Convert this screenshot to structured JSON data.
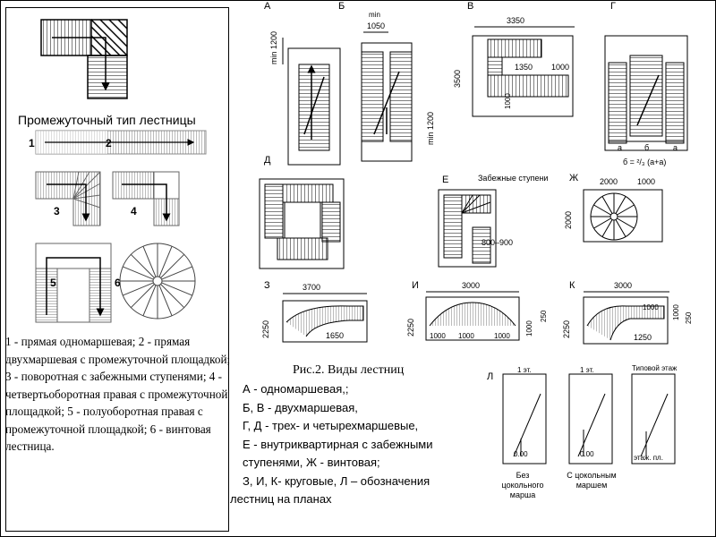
{
  "left_panel": {
    "title": "Промежуточный тип лестницы",
    "numbers": [
      "1",
      "2",
      "3",
      "4",
      "5",
      "6"
    ],
    "legend": "1 - прямая одномаршевая; 2 - прямая двухмаршевая с промежуточной площадкой; 3 - поворотная с забежными ступенями; 4 - четвертьоборотная правая с промежуточной площадкой; 5 - полуоборотная правая с промежуточной площадкой; 6 - винтовая лестница."
  },
  "figure": {
    "letters": {
      "a": "А",
      "b": "Б",
      "v": "В",
      "g": "Г",
      "d": "Д",
      "e": "Е",
      "zh": "Ж",
      "z": "З",
      "i": "И",
      "k": "К",
      "l": "Л"
    },
    "dims": {
      "a_min": "min 1200",
      "b_min": "min",
      "b_1050": "1050",
      "b_min1200": "min 1200",
      "v_3350": "3350",
      "v_3500": "3500",
      "v_1350": "1350",
      "v_1000a": "1000",
      "v_1000b": "1000",
      "g_a1": "а",
      "g_b": "б",
      "g_a2": "а",
      "g_formula": "б = ²/₃ (а+а)",
      "e_note": "Забежные ступени",
      "e_dim": "800–900",
      "zh_2000a": "2000",
      "zh_1000": "1000",
      "zh_2000b": "2000",
      "z_3700": "3700",
      "z_2250": "2250",
      "z_1650": "1650",
      "i_3000": "3000",
      "i_2250": "2250",
      "i_1000a": "1000",
      "i_1000b": "1000",
      "i_1000c": "1000",
      "i_1000d": "1000",
      "i_250": "250",
      "k_3000": "3000",
      "k_2250": "2250",
      "k_1000a": "1000",
      "k_1000b": "1000",
      "k_1250": "1250",
      "k_250": "250",
      "l_1et_a": "1 эт.",
      "l_1et_b": "1 эт.",
      "l_typical": "Типовой этаж",
      "l_000a": "0.00",
      "l_000b": "0.00",
      "l_floor": "этаж. пл.",
      "l_cap1": "Без цокольного марша",
      "l_cap2": "С цокольным маршем"
    }
  },
  "caption": {
    "title": "Рис.2. Виды лестниц",
    "lines": [
      "А - одномаршевая,;",
      "Б, В - двухмаршевая,",
      "Г, Д - трех- и четырехмаршевые,",
      "Е - внутриквартирная с забежными",
      "ступенями,  Ж - винтовая;",
      "З, И, К- круговые, Л – обозначения",
      "лестниц на  планах"
    ]
  }
}
